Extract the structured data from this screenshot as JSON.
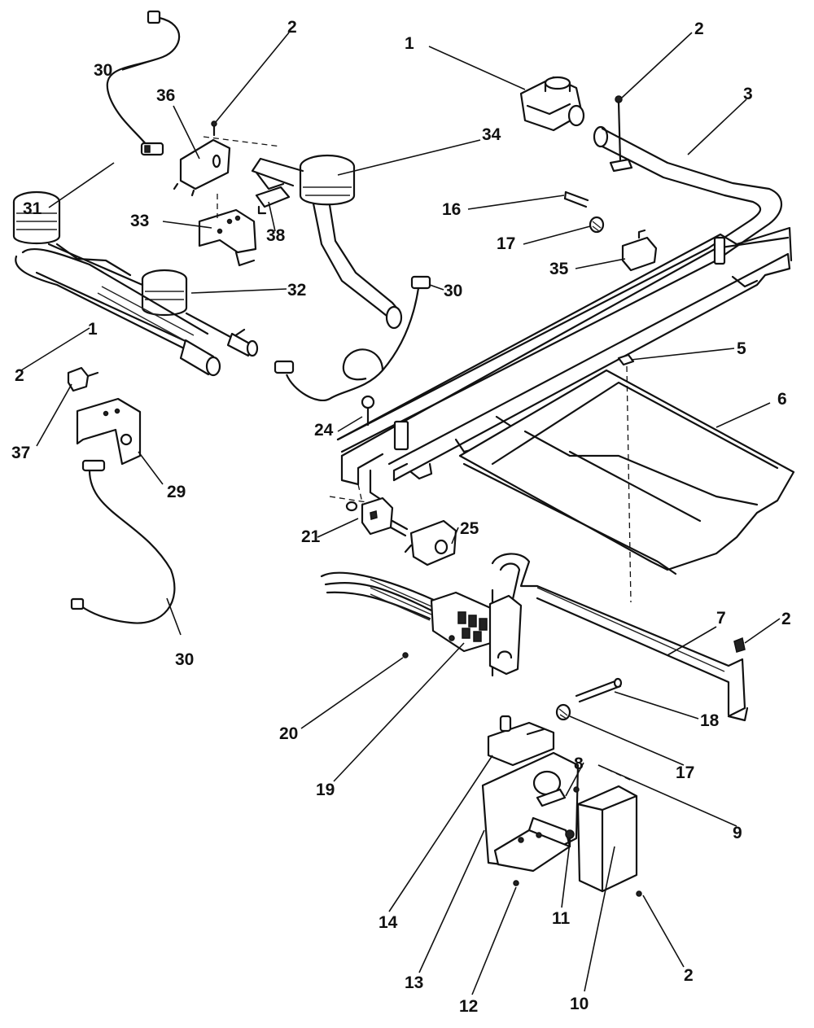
{
  "labels": {
    "p1_valve": "1",
    "p1_burner": "1",
    "p2_top_mid": "2",
    "p2_top_right": "2",
    "p2_left": "2",
    "p2_right": "2",
    "p2_bottom": "2",
    "p3": "3",
    "p5": "5",
    "p6": "6",
    "p7": "7",
    "p8": "8",
    "p9": "9",
    "p10": "10",
    "p11": "11",
    "p12": "12",
    "p13": "13",
    "p14": "14",
    "p16": "16",
    "p17_top": "17",
    "p17_bottom": "17",
    "p18": "18",
    "p19": "19",
    "p20": "20",
    "p21": "21",
    "p24": "24",
    "p25": "25",
    "p29": "29",
    "p30_top": "30",
    "p30_mid": "30",
    "p30_bottom": "30",
    "p31": "31",
    "p32": "32",
    "p33": "33",
    "p34": "34",
    "p35": "35",
    "p36": "36",
    "p37": "37",
    "p38": "38"
  }
}
